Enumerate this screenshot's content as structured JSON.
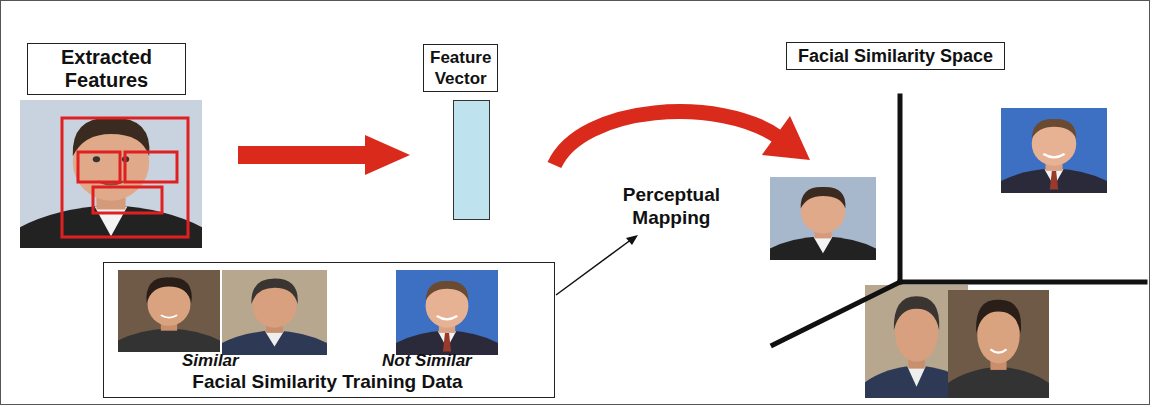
{
  "diagram": {
    "nodes": [
      {
        "text": [
          "Extracted Features"
        ]
      },
      {
        "text": [
          "Feature Vector"
        ]
      },
      {
        "text": [
          "Facial Similarity Space"
        ]
      },
      {
        "text": [
          "Similar",
          "Not Similar",
          "Facial Similarity Training Data"
        ]
      }
    ],
    "edges": [
      {
        "from": 0,
        "to": 1,
        "arrow": "to"
      },
      {
        "from": 1,
        "to": 2,
        "label": "Perceptual Mapping",
        "arrow": "to"
      }
    ]
  }
}
